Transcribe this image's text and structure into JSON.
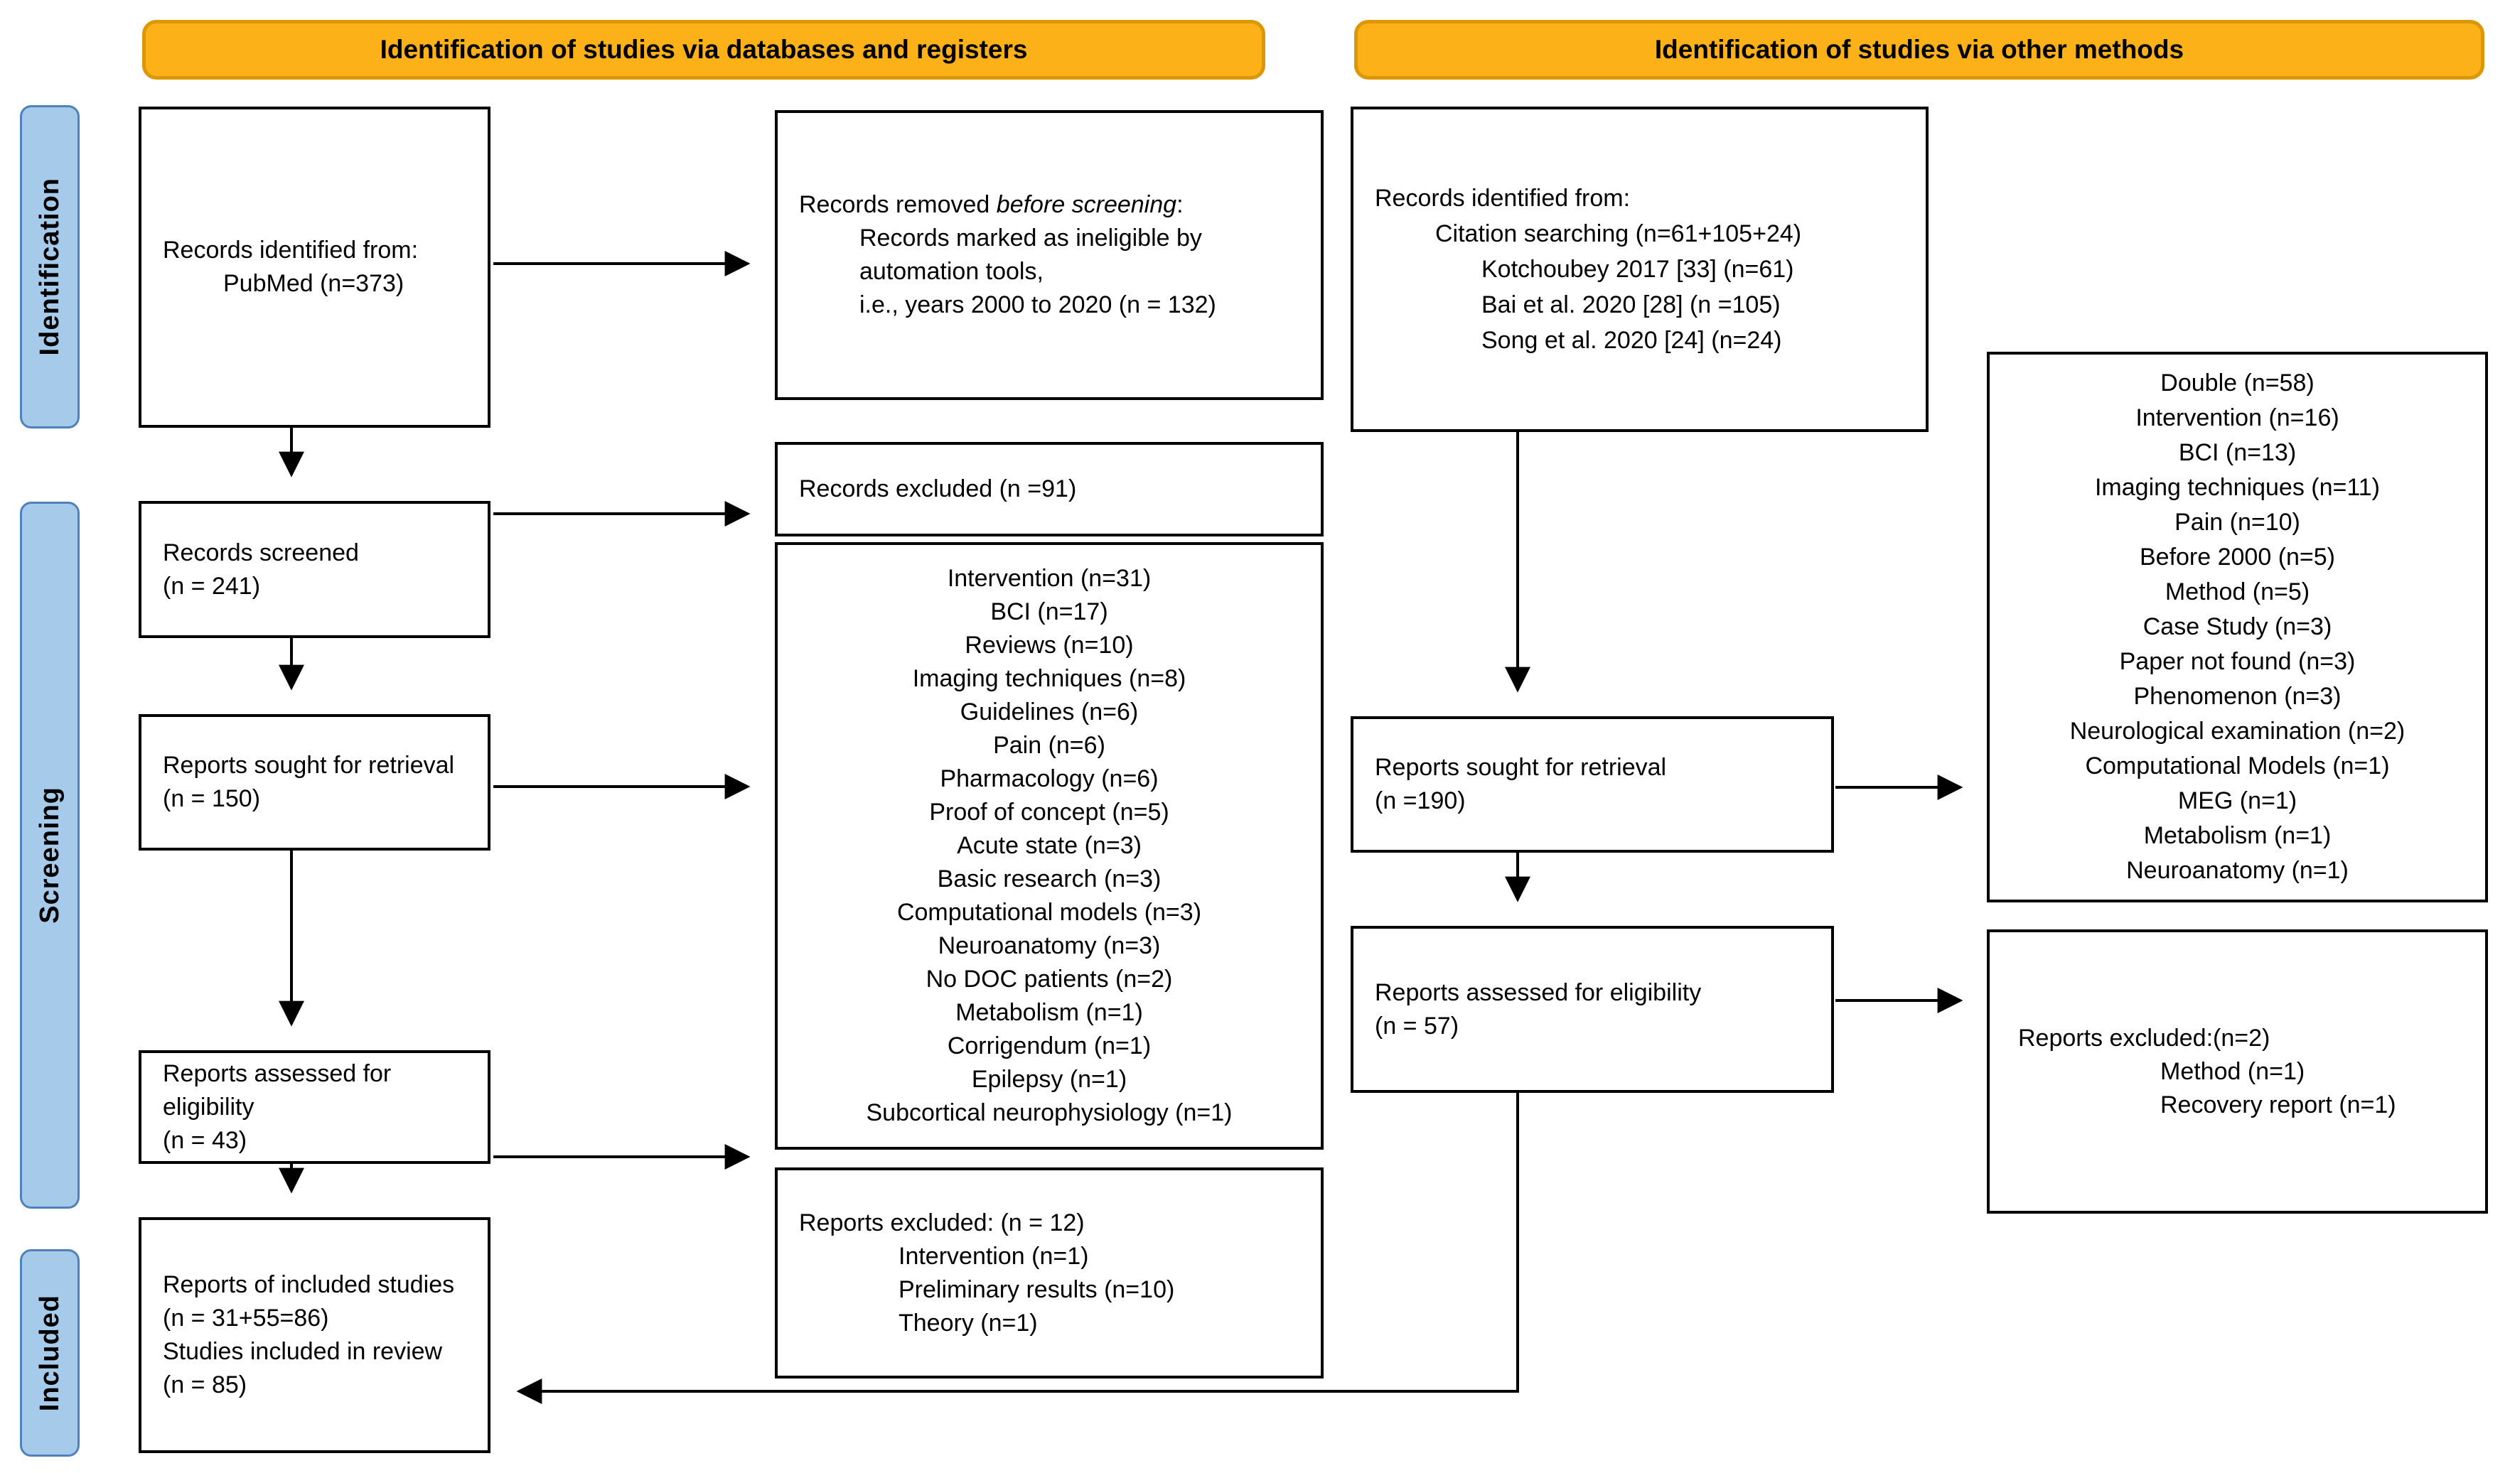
{
  "headers": {
    "left": "Identification of studies via databases and registers",
    "right": "Identification of studies via other methods"
  },
  "sidebar": {
    "identification": "Identification",
    "screening": "Screening",
    "included": "Included"
  },
  "colors": {
    "banner_bg": "#FBB117",
    "banner_border": "#DB9705",
    "sidebar_bg": "#A6CAE9",
    "sidebar_border": "#4F81BD",
    "box_border": "#000000",
    "text": "#000000"
  },
  "boxes": {
    "records_identified": {
      "line1": "Records identified from:",
      "line2": "PubMed (n=373)"
    },
    "records_removed": {
      "line1_prefix": "Records removed ",
      "line1_italic": "before screening",
      "line1_suffix": ":",
      "line2": "Records marked as ineligible by",
      "line3": "automation tools,",
      "line4": "i.e., years 2000 to 2020 (n = 132)"
    },
    "records_identified_other": {
      "line1": "Records identified from:",
      "line2": "Citation searching (n=61+105+24)",
      "line3": "Kotchoubey 2017 [33]  (n=61)",
      "line4": "Bai et al. 2020 [28]  (n =105)",
      "line5": "Song et al. 2020 [24]  (n=24)"
    },
    "records_screened": {
      "line1": "Records screened",
      "line2": "(n = 241)"
    },
    "records_excluded": {
      "line1": "Records excluded (n =91)"
    },
    "screening_exclusions": {
      "lines": [
        "Intervention (n=31)",
        "BCI (n=17)",
        "Reviews (n=10)",
        "Imaging techniques (n=8)",
        "Guidelines (n=6)",
        "Pain (n=6)",
        "Pharmacology (n=6)",
        "Proof of concept (n=5)",
        "Acute state (n=3)",
        "Basic research (n=3)",
        "Computational models (n=3)",
        "Neuroanatomy (n=3)",
        "No DOC patients (n=2)",
        "Metabolism (n=1)",
        "Corrigendum (n=1)",
        "Epilepsy (n=1)",
        "Subcortical neurophysiology (n=1)"
      ]
    },
    "reports_sought": {
      "line1": "Reports sought for retrieval",
      "line2": "(n = 150)"
    },
    "reports_sought_other": {
      "line1": "Reports sought for retrieval",
      "line2": "(n =190)"
    },
    "other_exclusions": {
      "lines": [
        "Double (n=58)",
        "Intervention (n=16)",
        "BCI (n=13)",
        "Imaging techniques (n=11)",
        "Pain (n=10)",
        "Before 2000 (n=5)",
        "Method (n=5)",
        "Case Study (n=3)",
        "Paper not found (n=3)",
        "Phenomenon (n=3)",
        "Neurological examination (n=2)",
        "Computational Models (n=1)",
        "MEG (n=1)",
        "Metabolism (n=1)",
        "Neuroanatomy (n=1)"
      ]
    },
    "reports_assessed": {
      "line1": "Reports assessed for eligibility",
      "line2": "(n = 43)"
    },
    "reports_assessed_other": {
      "line1": "Reports assessed for eligibility",
      "line2": "(n = 57)"
    },
    "reports_excluded_12": {
      "line1": "Reports excluded: (n = 12)",
      "line2": "Intervention (n=1)",
      "line3": "Preliminary results (n=10)",
      "line4": "Theory (n=1)"
    },
    "reports_excluded_2": {
      "line1": "Reports excluded:(n=2)",
      "line2": "Method (n=1)",
      "line3": "Recovery report (n=1)"
    },
    "included_studies": {
      "line1": "Reports of included studies",
      "line2": "(n = 31+55=86)",
      "line3": "Studies included in review",
      "line4": "(n = 85)"
    }
  }
}
